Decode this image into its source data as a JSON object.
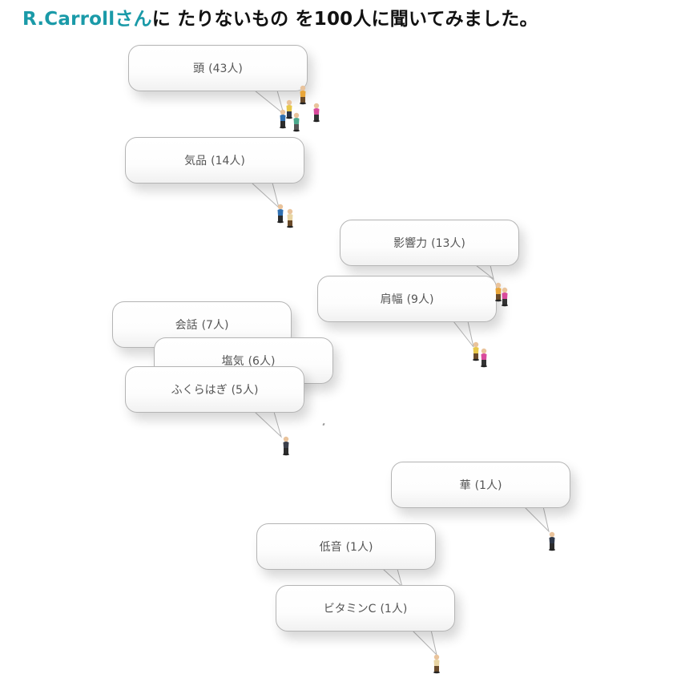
{
  "title": {
    "name": "R.Carrollさん",
    "text": "に たりないもの を100人に聞いてみました。"
  },
  "answers": [
    {
      "label": "頭",
      "count": "(43人)"
    },
    {
      "label": "気品",
      "count": "(14人)"
    },
    {
      "label": "影響力",
      "count": "(13人)"
    },
    {
      "label": "肩幅",
      "count": "(9人)"
    },
    {
      "label": "会話",
      "count": "(7人)"
    },
    {
      "label": "塩気",
      "count": "(6人)"
    },
    {
      "label": "ふくらはぎ",
      "count": "(5人)"
    },
    {
      "label": "華",
      "count": "(1人)"
    },
    {
      "label": "低音",
      "count": "(1人)"
    },
    {
      "label": "ビタミンC",
      "count": "(1人)"
    }
  ],
  "colors": {
    "title_name": "#1a9aa8",
    "title_text": "#111111",
    "bubble_text": "#555555",
    "bubble_border": "#b4b4b4"
  }
}
